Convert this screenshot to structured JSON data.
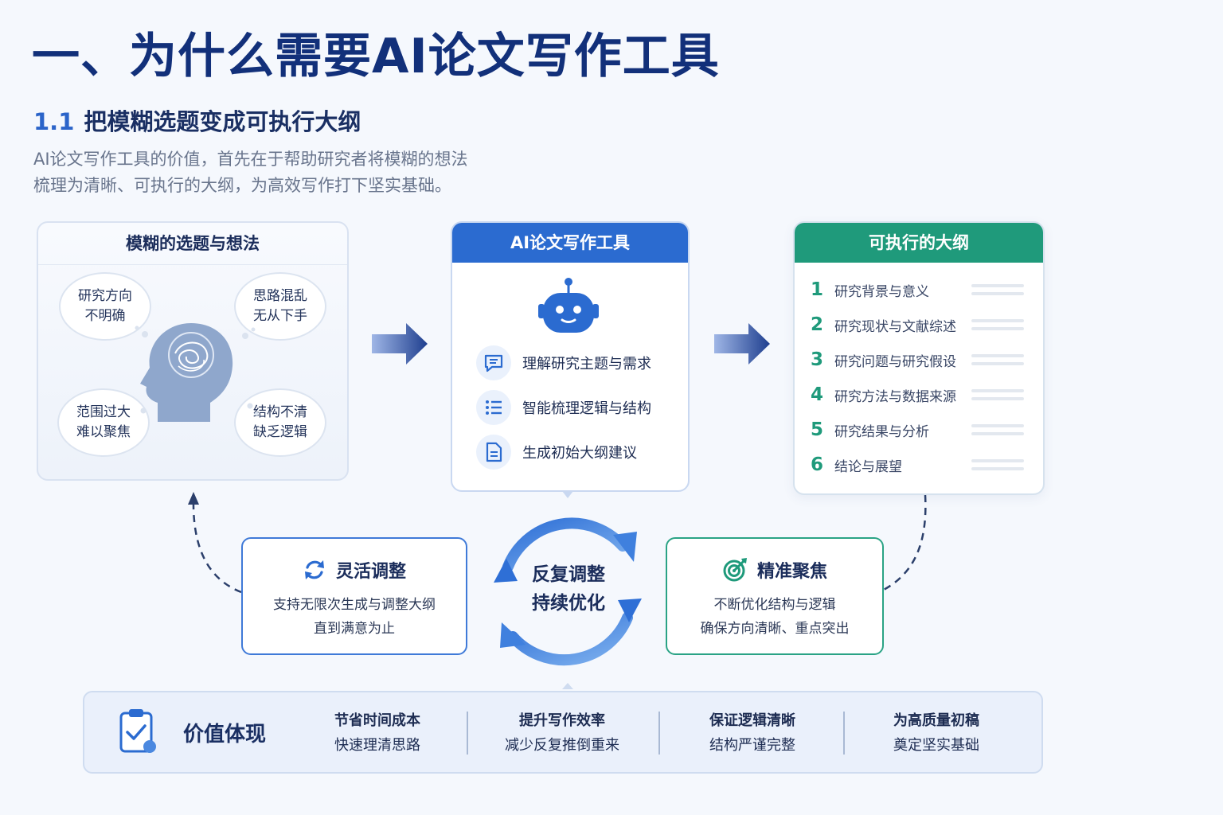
{
  "header": {
    "title": "一、为什么需要AI论文写作工具",
    "subtitle_num": "1.1",
    "subtitle": "把模糊选题变成可执行大纲",
    "intro_line1": "AI论文写作工具的价值，首先在于帮助研究者将模糊的想法",
    "intro_line2": "梳理为清晰、可执行的大纲，为高效写作打下坚实基础。"
  },
  "input_panel": {
    "title": "模糊的选题与想法",
    "bubbles": [
      {
        "l1": "研究方向",
        "l2": "不明确"
      },
      {
        "l1": "思路混乱",
        "l2": "无从下手"
      },
      {
        "l1": "范围过大",
        "l2": "难以聚焦"
      },
      {
        "l1": "结构不清",
        "l2": "缺乏逻辑"
      }
    ],
    "icon": "head-with-tangled-thoughts-icon"
  },
  "tool_panel": {
    "title": "AI论文写作工具",
    "icon": "robot-icon",
    "features": [
      {
        "label": "理解研究主题与需求",
        "icon": "chat-icon"
      },
      {
        "label": "智能梳理逻辑与结构",
        "icon": "list-icon"
      },
      {
        "label": "生成初始大纲建议",
        "icon": "document-icon"
      }
    ]
  },
  "output_panel": {
    "title": "可执行的大纲",
    "items": [
      {
        "num": "1",
        "label": "研究背景与意义"
      },
      {
        "num": "2",
        "label": "研究现状与文献综述"
      },
      {
        "num": "3",
        "label": "研究问题与研究假设"
      },
      {
        "num": "4",
        "label": "研究方法与数据来源"
      },
      {
        "num": "5",
        "label": "研究结果与分析"
      },
      {
        "num": "6",
        "label": "结论与展望"
      }
    ]
  },
  "feedback": {
    "left": {
      "title": "灵活调整",
      "line1": "支持无限次生成与调整大纲",
      "line2": "直到满意为止",
      "icon": "refresh-icon"
    },
    "center": {
      "line1": "反复调整",
      "line2": "持续优化",
      "icon": "cycle-arrows-icon"
    },
    "right": {
      "title": "精准聚焦",
      "line1": "不断优化结构与逻辑",
      "line2": "确保方向清晰、重点突出",
      "icon": "target-icon"
    }
  },
  "value_bar": {
    "label": "价值体现",
    "icon": "clipboard-check-icon",
    "items": [
      {
        "title": "节省时间成本",
        "desc": "快速理清思路"
      },
      {
        "title": "提升写作效率",
        "desc": "减少反复推倒重来"
      },
      {
        "title": "保证逻辑清晰",
        "desc": "结构严谨完整"
      },
      {
        "title": "为高质量初稿",
        "desc": "奠定坚实基础"
      }
    ]
  },
  "colors": {
    "title": "#12307a",
    "blue": "#2b6bd0",
    "green": "#1f9a7b",
    "navy_arrow": "#1f3f8f",
    "panel_border": "#d9e2f1"
  }
}
